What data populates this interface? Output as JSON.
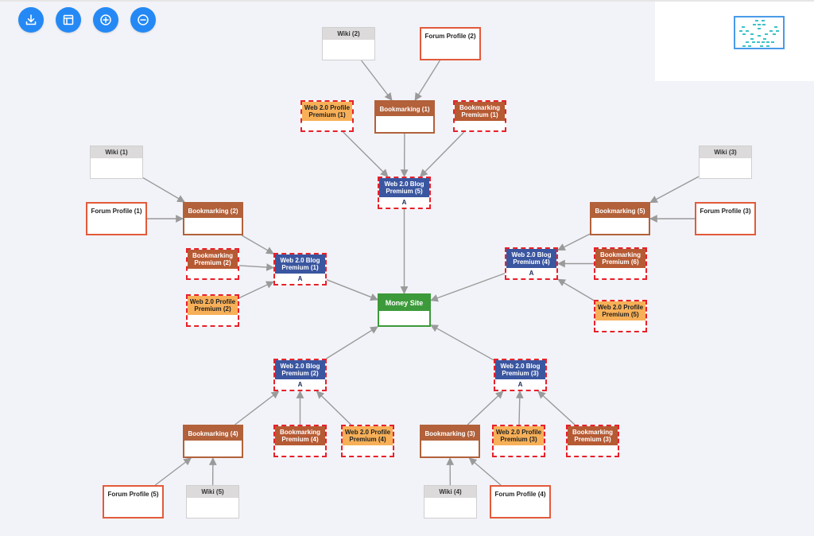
{
  "toolbar": [
    {
      "name": "download-button",
      "icon": "download-icon"
    },
    {
      "name": "fit-view-button",
      "icon": "layout-icon"
    },
    {
      "name": "zoom-in-button",
      "icon": "plus-circle-icon"
    },
    {
      "name": "zoom-out-button",
      "icon": "minus-circle-icon"
    }
  ],
  "colors": {
    "toolbar_button": "#2489f5",
    "wiki_header": "#dcdada",
    "forum_border": "#e35a3b",
    "bookmarking": "#b2613a",
    "premium_border": "#e8202a",
    "web20_profile": "#f7b058",
    "web20_blog": "#3a56a0",
    "money_site": "#3c9a3a",
    "edge": "#9a9a9a",
    "minimap_frame": "#4a9be8"
  },
  "nodes": [
    {
      "id": "wiki2",
      "type": "wiki",
      "label": "Wiki (2)",
      "body": ""
    },
    {
      "id": "forum2",
      "type": "forum",
      "label": "Forum Profile (2)",
      "body": ""
    },
    {
      "id": "w2p1",
      "type": "w2p",
      "label": "Web 2.0 Profile Premium (1)",
      "body": ""
    },
    {
      "id": "bm1",
      "type": "bm",
      "label": "Bookmarking (1)",
      "body": ""
    },
    {
      "id": "bmp1",
      "type": "bmp",
      "label": "Bookmarking Premium (1)",
      "body": ""
    },
    {
      "id": "blog5",
      "type": "blog",
      "label": "Web 2.0 Blog Premium (5)",
      "body": "A"
    },
    {
      "id": "wiki1",
      "type": "wiki",
      "label": "Wiki (1)",
      "body": ""
    },
    {
      "id": "bm2",
      "type": "bm",
      "label": "Bookmarking (2)",
      "body": ""
    },
    {
      "id": "forum1",
      "type": "forum",
      "label": "Forum Profile (1)",
      "body": ""
    },
    {
      "id": "bmp2",
      "type": "bmp",
      "label": "Bookmarking Premium (2)",
      "body": ""
    },
    {
      "id": "blog1",
      "type": "blog",
      "label": "Web 2.0 Blog Premium (1)",
      "body": "A"
    },
    {
      "id": "w2p2",
      "type": "w2p",
      "label": "Web 2.0 Profile Premium (2)",
      "body": ""
    },
    {
      "id": "wiki3",
      "type": "wiki",
      "label": "Wiki (3)",
      "body": ""
    },
    {
      "id": "bm5",
      "type": "bm",
      "label": "Bookmarking (5)",
      "body": ""
    },
    {
      "id": "forum3",
      "type": "forum",
      "label": "Forum Profile (3)",
      "body": ""
    },
    {
      "id": "blog4",
      "type": "blog",
      "label": "Web 2.0 Blog Premium (4)",
      "body": "A"
    },
    {
      "id": "bmp6",
      "type": "bmp",
      "label": "Bookmarking Premium (6)",
      "body": ""
    },
    {
      "id": "w2p5",
      "type": "w2p",
      "label": "Web 2.0 Profile Premium (5)",
      "body": ""
    },
    {
      "id": "money",
      "type": "money",
      "label": "Money Site",
      "body": ""
    },
    {
      "id": "blog2",
      "type": "blog",
      "label": "Web 2.0 Blog Premium (2)",
      "body": "A"
    },
    {
      "id": "blog3",
      "type": "blog",
      "label": "Web 2.0 Blog Premium (3)",
      "body": "A"
    },
    {
      "id": "bm4",
      "type": "bm",
      "label": "Bookmarking (4)",
      "body": ""
    },
    {
      "id": "bmp4",
      "type": "bmp",
      "label": "Bookmarking Premium (4)",
      "body": ""
    },
    {
      "id": "w2p4",
      "type": "w2p",
      "label": "Web 2.0 Profile Premium (4)",
      "body": ""
    },
    {
      "id": "bm3",
      "type": "bm",
      "label": "Bookmarking (3)",
      "body": ""
    },
    {
      "id": "w2p3",
      "type": "w2p",
      "label": "Web 2.0 Profile Premium (3)",
      "body": ""
    },
    {
      "id": "bmp3",
      "type": "bmp",
      "label": "Bookmarking Premium (3)",
      "body": ""
    },
    {
      "id": "forum5",
      "type": "forum",
      "label": "Forum Profile (5)",
      "body": ""
    },
    {
      "id": "wiki5",
      "type": "wiki",
      "label": "Wiki (5)",
      "body": ""
    },
    {
      "id": "wiki4",
      "type": "wiki",
      "label": "Wiki (4)",
      "body": ""
    },
    {
      "id": "forum4",
      "type": "forum",
      "label": "Forum Profile (4)",
      "body": ""
    }
  ],
  "edges": [
    [
      "wiki2",
      "bm1"
    ],
    [
      "forum2",
      "bm1"
    ],
    [
      "w2p1",
      "blog5"
    ],
    [
      "bm1",
      "blog5"
    ],
    [
      "bmp1",
      "blog5"
    ],
    [
      "blog5",
      "money"
    ],
    [
      "wiki1",
      "bm2"
    ],
    [
      "forum1",
      "bm2"
    ],
    [
      "bm2",
      "blog1"
    ],
    [
      "bmp2",
      "blog1"
    ],
    [
      "w2p2",
      "blog1"
    ],
    [
      "blog1",
      "money"
    ],
    [
      "wiki3",
      "bm5"
    ],
    [
      "forum3",
      "bm5"
    ],
    [
      "bm5",
      "blog4"
    ],
    [
      "bmp6",
      "blog4"
    ],
    [
      "w2p5",
      "blog4"
    ],
    [
      "blog4",
      "money"
    ],
    [
      "blog2",
      "money"
    ],
    [
      "blog3",
      "money"
    ],
    [
      "bm4",
      "blog2"
    ],
    [
      "bmp4",
      "blog2"
    ],
    [
      "w2p4",
      "blog2"
    ],
    [
      "forum5",
      "bm4"
    ],
    [
      "wiki5",
      "bm4"
    ],
    [
      "bm3",
      "blog3"
    ],
    [
      "w2p3",
      "blog3"
    ],
    [
      "bmp3",
      "blog3"
    ],
    [
      "wiki4",
      "bm3"
    ],
    [
      "forum4",
      "bm3"
    ]
  ]
}
